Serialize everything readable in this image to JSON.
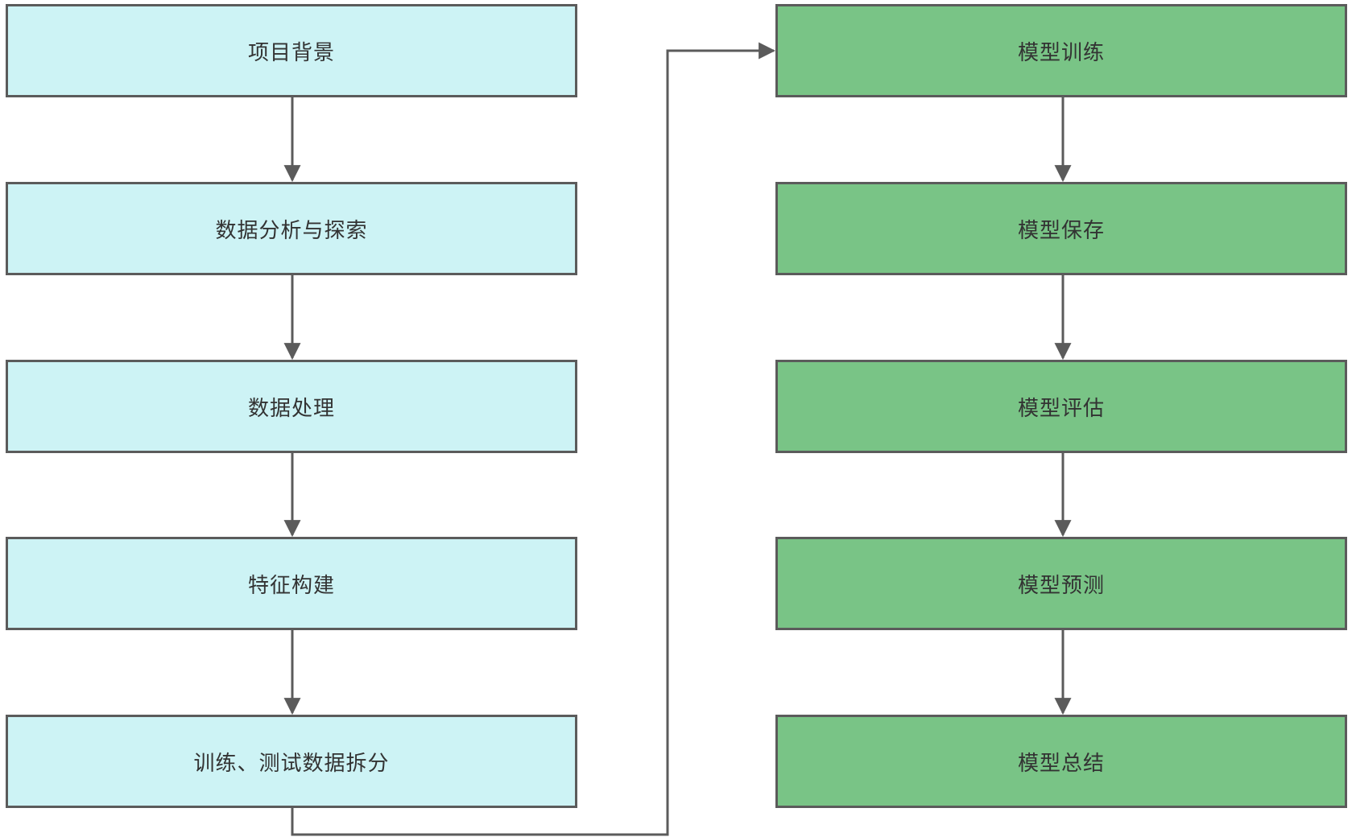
{
  "diagram": {
    "left_steps": [
      {
        "label": "项目背景"
      },
      {
        "label": "数据分析与探索"
      },
      {
        "label": "数据处理"
      },
      {
        "label": "特征构建"
      },
      {
        "label": "训练、测试数据拆分"
      }
    ],
    "right_steps": [
      {
        "label": "模型训练"
      },
      {
        "label": "模型保存"
      },
      {
        "label": "模型评估"
      },
      {
        "label": "模型预测"
      },
      {
        "label": "模型总结"
      }
    ],
    "colors": {
      "left_fill": "#cdf3f5",
      "right_fill": "#79c486",
      "stroke": "#5b5b5b",
      "text": "#333333"
    }
  }
}
